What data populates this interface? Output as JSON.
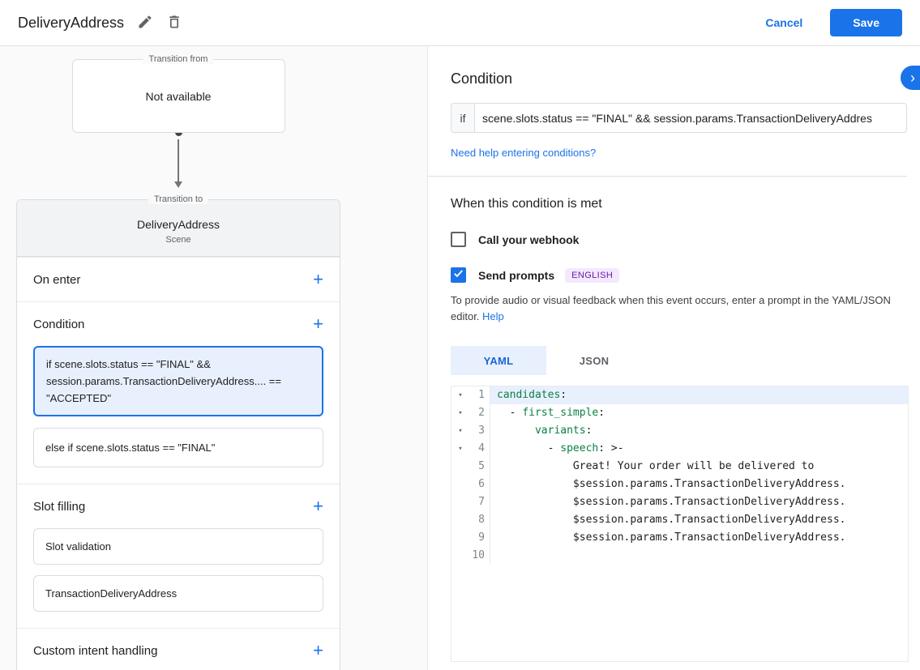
{
  "colors": {
    "accent": "#1a73e8",
    "selected_bg": "#e8f0fe",
    "key_green": "#0b8043",
    "badge_bg": "#f3e8fd",
    "badge_text": "#681da8"
  },
  "header": {
    "title": "DeliveryAddress",
    "cancel": "Cancel",
    "save": "Save"
  },
  "graph": {
    "transition_from": {
      "label": "Transition from",
      "value": "Not available"
    },
    "transition_to": {
      "label": "Transition to",
      "name": "DeliveryAddress",
      "subtitle": "Scene"
    },
    "sections": {
      "on_enter": "On enter",
      "condition": "Condition",
      "slot_filling": "Slot filling",
      "custom_intent": "Custom intent handling"
    },
    "conditions": [
      {
        "text": "if scene.slots.status == \"FINAL\" && session.params.TransactionDeliveryAddress.... == \"ACCEPTED\""
      },
      {
        "text": "else if scene.slots.status == \"FINAL\""
      }
    ],
    "slots": [
      "Slot validation",
      "TransactionDeliveryAddress"
    ]
  },
  "detail": {
    "title": "Condition",
    "if_label": "if",
    "condition_value": "scene.slots.status == \"FINAL\" && session.params.TransactionDeliveryAddres",
    "help_link": "Need help entering conditions?",
    "when_met": "When this condition is met",
    "webhook_label": "Call your webhook",
    "prompts_label": "Send prompts",
    "language_badge": "ENGLISH",
    "description": "To provide audio or visual feedback when this event occurs, enter a prompt in the YAML/JSON editor.",
    "description_help": "Help",
    "tabs": {
      "yaml": "YAML",
      "json": "JSON"
    }
  },
  "editor": {
    "lines": [
      {
        "num": "1",
        "fold": "▾",
        "key": "candidates",
        "mid": ":"
      },
      {
        "num": "2",
        "fold": "▾",
        "pre": "  - ",
        "key": "first_simple",
        "mid": ":"
      },
      {
        "num": "3",
        "fold": "▾",
        "pre": "      ",
        "key": "variants",
        "mid": ":"
      },
      {
        "num": "4",
        "fold": "▾",
        "pre": "        - ",
        "key": "speech",
        "mid": ": >-"
      },
      {
        "num": "5",
        "text": "            Great! Your order will be delivered to"
      },
      {
        "num": "6",
        "text": "            $session.params.TransactionDeliveryAddress."
      },
      {
        "num": "7",
        "text": "            $session.params.TransactionDeliveryAddress."
      },
      {
        "num": "8",
        "text": "            $session.params.TransactionDeliveryAddress."
      },
      {
        "num": "9",
        "text": "            $session.params.TransactionDeliveryAddress."
      },
      {
        "num": "10",
        "text": ""
      }
    ]
  }
}
